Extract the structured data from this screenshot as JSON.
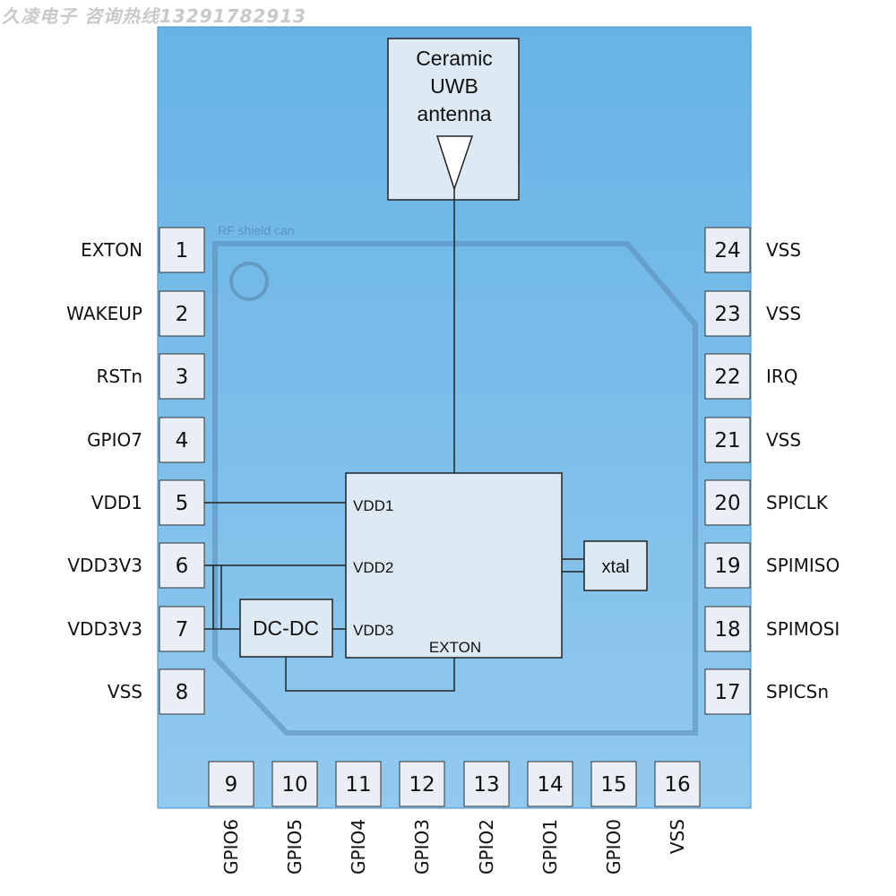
{
  "watermark": "久凌电子 咨询热线13291782913",
  "antenna_label": [
    "Ceramic",
    "UWB",
    "antenna"
  ],
  "shield_label": "RF shield can",
  "chip_pins": {
    "vdd1": "VDD1",
    "vdd2": "VDD2",
    "vdd3": "VDD3",
    "exton": "EXTON"
  },
  "dcdc_label": "DC-DC",
  "xtal_label": "xtal",
  "pins_left": [
    {
      "num": "1",
      "name": "EXTON"
    },
    {
      "num": "2",
      "name": "WAKEUP"
    },
    {
      "num": "3",
      "name": "RSTn"
    },
    {
      "num": "4",
      "name": "GPIO7"
    },
    {
      "num": "5",
      "name": "VDD1"
    },
    {
      "num": "6",
      "name": "VDD3V3"
    },
    {
      "num": "7",
      "name": "VDD3V3"
    },
    {
      "num": "8",
      "name": "VSS"
    }
  ],
  "pins_bottom": [
    {
      "num": "9",
      "name": "GPIO6"
    },
    {
      "num": "10",
      "name": "GPIO5"
    },
    {
      "num": "11",
      "name": "GPIO4"
    },
    {
      "num": "12",
      "name": "GPIO3"
    },
    {
      "num": "13",
      "name": "GPIO2"
    },
    {
      "num": "14",
      "name": "GPIO1"
    },
    {
      "num": "15",
      "name": "GPIO0"
    },
    {
      "num": "16",
      "name": "VSS"
    }
  ],
  "pins_right": [
    {
      "num": "24",
      "name": "VSS"
    },
    {
      "num": "23",
      "name": "VSS"
    },
    {
      "num": "22",
      "name": "IRQ"
    },
    {
      "num": "21",
      "name": "VSS"
    },
    {
      "num": "20",
      "name": "SPICLK"
    },
    {
      "num": "19",
      "name": "SPIMISO"
    },
    {
      "num": "18",
      "name": "SPIMOSI"
    },
    {
      "num": "17",
      "name": "SPICSn"
    }
  ]
}
